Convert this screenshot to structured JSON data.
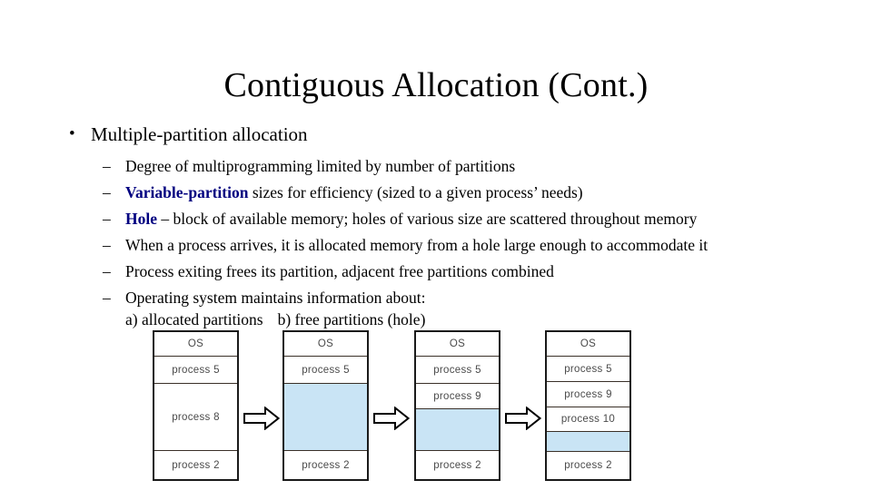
{
  "slide": {
    "title": "Contiguous Allocation (Cont.)"
  },
  "bullets": {
    "level1": "Multiple-partition allocation",
    "marker_l1": "•",
    "marker_l2": "–",
    "items": [
      {
        "id": "degree",
        "text": "Degree of multiprogramming limited by number of partitions"
      },
      {
        "id": "variable-partition",
        "keyword": "Variable-partition",
        "text": " sizes for efficiency (sized to a given process’ needs)"
      },
      {
        "id": "hole",
        "keyword": "Hole",
        "text": " – block of available memory; holes of various size are scattered throughout memory"
      },
      {
        "id": "arrives",
        "text": "When a process arrives, it is allocated memory from a hole large enough to accommodate it"
      },
      {
        "id": "exiting",
        "text": "Process exiting frees its partition, adjacent free partitions combined"
      },
      {
        "id": "os-maintains",
        "text": "Operating system maintains information about:",
        "subline_a": "a) allocated partitions",
        "subline_b": "b) free partitions (hole)"
      }
    ]
  },
  "diagram": {
    "hole_color": "#c9e4f5",
    "border_color": "#1a1a1a",
    "columns": [
      {
        "id": "state-1",
        "rows": [
          {
            "label": "OS",
            "kind": "os"
          },
          {
            "label": "process 5",
            "kind": "process"
          },
          {
            "label": "process 8",
            "kind": "process"
          },
          {
            "label": "process 2",
            "kind": "process"
          }
        ]
      },
      {
        "id": "state-2",
        "rows": [
          {
            "label": "OS",
            "kind": "os"
          },
          {
            "label": "process 5",
            "kind": "process"
          },
          {
            "label": "",
            "kind": "hole"
          },
          {
            "label": "process 2",
            "kind": "process"
          }
        ]
      },
      {
        "id": "state-3",
        "rows": [
          {
            "label": "OS",
            "kind": "os"
          },
          {
            "label": "process 5",
            "kind": "process"
          },
          {
            "label": "process 9",
            "kind": "process"
          },
          {
            "label": "",
            "kind": "hole"
          },
          {
            "label": "process 2",
            "kind": "process"
          }
        ]
      },
      {
        "id": "state-4",
        "rows": [
          {
            "label": "OS",
            "kind": "os"
          },
          {
            "label": "process 5",
            "kind": "process"
          },
          {
            "label": "process 9",
            "kind": "process"
          },
          {
            "label": "process 10",
            "kind": "process"
          },
          {
            "label": "",
            "kind": "hole"
          },
          {
            "label": "process 2",
            "kind": "process"
          }
        ]
      }
    ]
  }
}
